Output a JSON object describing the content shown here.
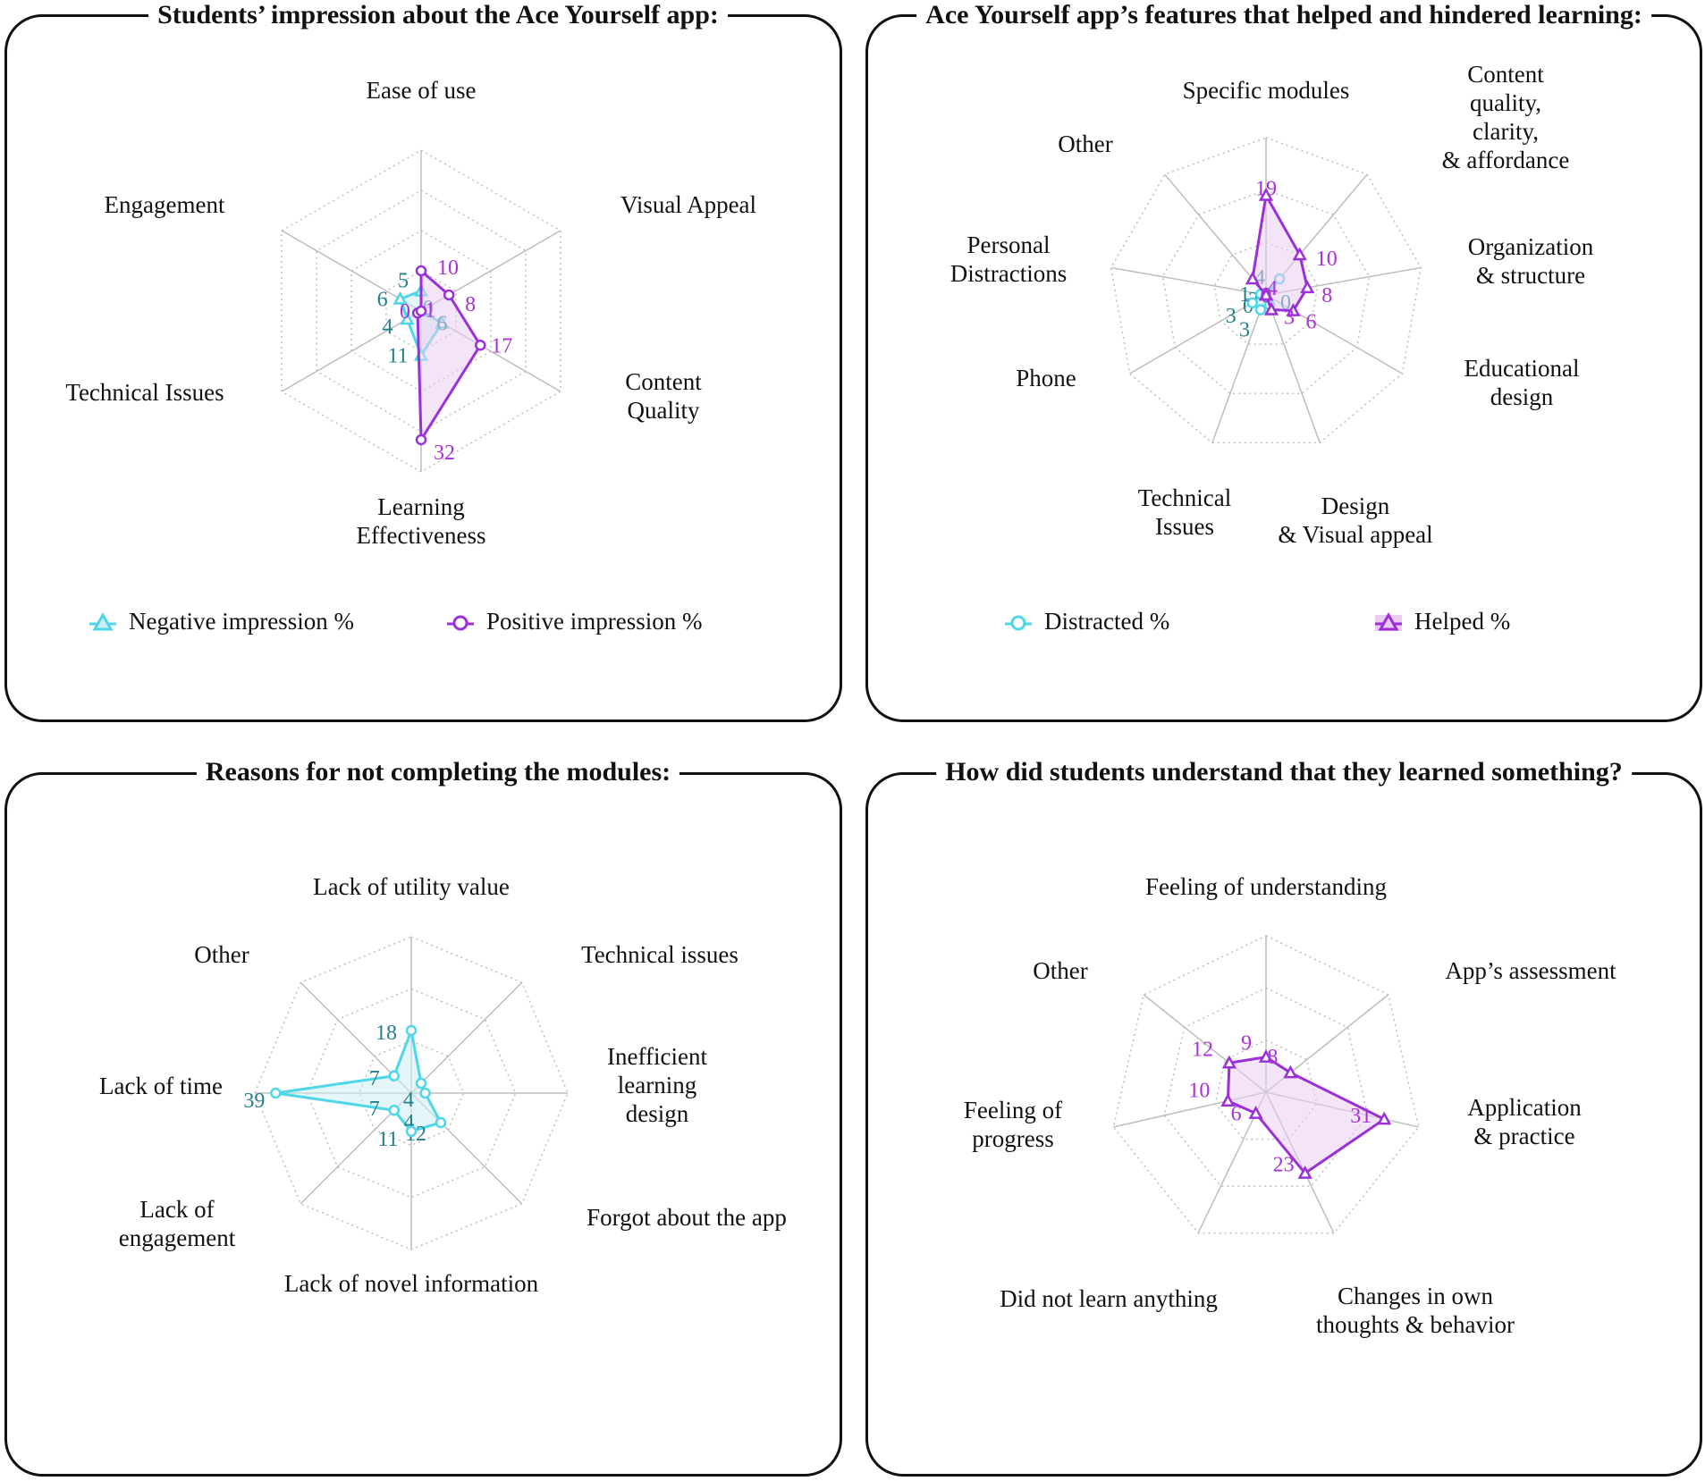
{
  "colors": {
    "cyan": "#4fd6e8",
    "cyan_text": "#237f8e",
    "purple": "#9b30d9",
    "purple_text": "#a832d8",
    "purple_fill": "#e9cdf3",
    "cyan_fill": "#cfeef3",
    "grid": "#bdbdbd"
  },
  "titles": {
    "p1": "Students’ impression about the Ace Yourself app:",
    "p2": "Ace Yourself app’s features that helped and hindered learning:",
    "p3": "Reasons for not completing the modules:",
    "p4": "How did students understand that they learned something?"
  },
  "legends": {
    "p1": [
      {
        "label": "Negative impression %",
        "marker": "triangle",
        "color": "cyan"
      },
      {
        "label": "Positive impression %",
        "marker": "circle",
        "color": "purple"
      }
    ],
    "p2": [
      {
        "label": "Distracted %",
        "marker": "circle",
        "color": "cyan"
      },
      {
        "label": "Helped %",
        "marker": "triangle",
        "color": "purple"
      }
    ]
  },
  "chart_data": [
    {
      "type": "radar",
      "title": "Students’ impression about the Ace Yourself app:",
      "axes": [
        "Ease of use",
        "Visual Appeal",
        "Content Quality",
        "Learning Effectiveness",
        "Technical Issues",
        "Engagement"
      ],
      "series": [
        {
          "name": "Negative impression %",
          "values": [
            5,
            0,
            6,
            11,
            4,
            6
          ]
        },
        {
          "name": "Positive impression %",
          "values": [
            10,
            8,
            17,
            32,
            1,
            0
          ]
        }
      ]
    },
    {
      "type": "radar",
      "title": "Ace Yourself app’s features that helped and hindered learning:",
      "axes": [
        "Specific modules",
        "Content quality, clarity, & affordance",
        "Organization & structure",
        "Educational design",
        "Design & Visual appeal",
        "Technical Issues",
        "Phone",
        "Personal Distractions",
        "Other"
      ],
      "series": [
        {
          "name": "Distracted %",
          "values": [
            0,
            4,
            0,
            0,
            2,
            3,
            3,
            1,
            0
          ]
        },
        {
          "name": "Helped %",
          "values": [
            19,
            10,
            8,
            6,
            3,
            0,
            0,
            0,
            4
          ]
        }
      ]
    },
    {
      "type": "radar",
      "title": "Reasons for not completing the modules:",
      "axes": [
        "Lack of utility value",
        "Technical issues",
        "Inefficient learning design",
        "Forgot about the app",
        "Lack of novel information",
        "Lack of engagement",
        "Lack of time",
        "Other"
      ],
      "series": [
        {
          "values": [
            18,
            4,
            4,
            12,
            11,
            7,
            39,
            7
          ]
        }
      ]
    },
    {
      "type": "radar",
      "title": "How did students understand that they learned something?",
      "axes": [
        "Feeling of understanding",
        "App’s assessment",
        "Application & practice",
        "Changes in own thoughts & behavior",
        "Did not learn anything",
        "Feeling of progress",
        "Other"
      ],
      "series": [
        {
          "values": [
            9,
            8,
            31,
            23,
            6,
            10,
            12
          ]
        }
      ]
    }
  ]
}
